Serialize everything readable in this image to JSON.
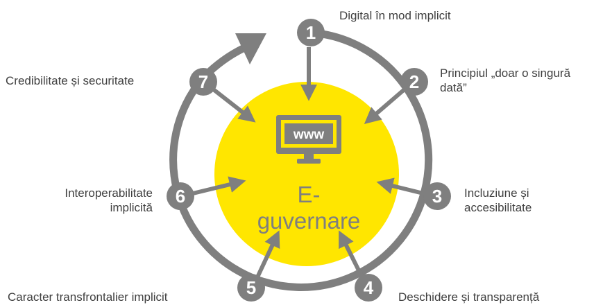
{
  "center": {
    "title_line1": "E-",
    "title_line2": "guvernare",
    "monitor_text": "www",
    "fill_color": "#FFE600",
    "text_color": "#7F7F7F"
  },
  "ring_color": "#7F7F7F",
  "principles": [
    {
      "number": "1",
      "label": "Digital în mod implicit"
    },
    {
      "number": "2",
      "label_line1": "Principiul „doar o singură",
      "label_line2": "dată”"
    },
    {
      "number": "3",
      "label_line1": "Incluziune  și",
      "label_line2": "accesibilitate"
    },
    {
      "number": "4",
      "label": "Deschidere și transparență"
    },
    {
      "number": "5",
      "label": "Caracter transfrontalier implicit"
    },
    {
      "number": "6",
      "label_line1": "Interoperabilitate",
      "label_line2": "implicită"
    },
    {
      "number": "7",
      "label": "Credibilitate și securitate"
    }
  ]
}
